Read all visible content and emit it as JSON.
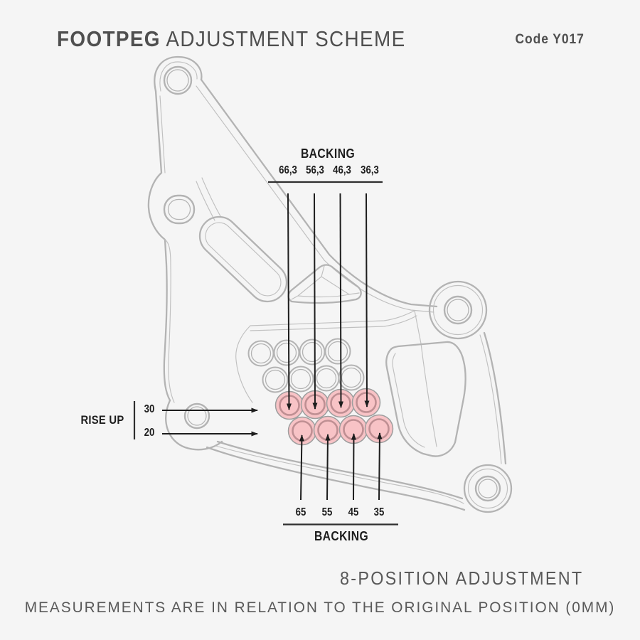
{
  "header": {
    "title_primary": "FOOTPEG",
    "title_secondary": " ADJUSTMENT SCHEME",
    "code": "Code Y017"
  },
  "backing_top": {
    "label": "BACKING",
    "values": [
      "66,3",
      "56,3",
      "46,3",
      "36,3"
    ]
  },
  "backing_bottom": {
    "label": "BACKING",
    "values": [
      "65",
      "55",
      "45",
      "35"
    ]
  },
  "rise_up": {
    "label": "RISE UP",
    "values": [
      "30",
      "20"
    ]
  },
  "footer": {
    "line1": "8-POSITION ADJUSTMENT",
    "line2": "MEASUREMENTS ARE IN RELATION TO THE ORIGINAL POSITION (0MM)"
  },
  "holes": {
    "highlighted_count": 8,
    "plain_count": 8
  },
  "colors": {
    "background": "#f5f5f5",
    "line_gray": "#b3b3b3",
    "line_gray_light": "#c0c0c0",
    "title_text": "#4f4f4f",
    "label_text": "#1d1d1d",
    "footer_text": "#595959",
    "rule_dark": "#2e2e2e",
    "arrow_dark": "#1d1d1d",
    "highlight_fill": "#f8c3c6",
    "highlight_ring": "#bf8f93"
  }
}
